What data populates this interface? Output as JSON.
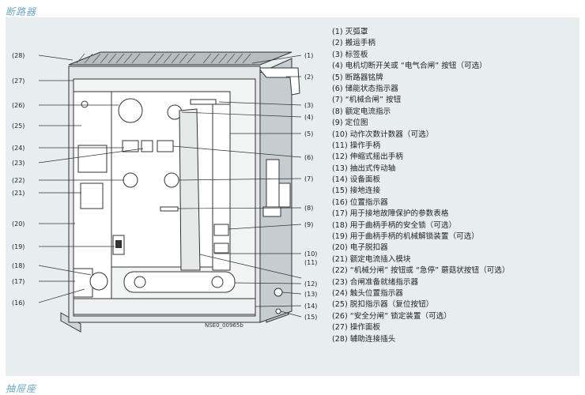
{
  "section_title": "断路器",
  "next_section_title": "抽屉座",
  "figure_code": "NSE0_00965b",
  "callouts_left": [
    "(28)",
    "(27)",
    "(26)",
    "(25)",
    "(24)",
    "(23)",
    "(22)",
    "(21)",
    "(20)",
    "(19)",
    "(18)",
    "(17)",
    "(16)"
  ],
  "callouts_right": [
    "(1)",
    "(2)",
    "(3)",
    "(4)",
    "(5)",
    "(6)",
    "(7)",
    "(8)",
    "(9)",
    "(10)",
    "(11)",
    "(12)",
    "(13)",
    "(14)",
    "(15)"
  ],
  "legend": [
    "(1) 灭弧罩",
    "(2) 搬运手柄",
    "(3) 标签板",
    "(4) 电机切断开关或 “电气合闸” 按钮（可选）",
    "(5) 断路器铭牌",
    "(6) 储能状态指示器",
    "(7) “机械合闸” 按钮",
    "(8) 额定电流指示",
    "(9) 定位图",
    "(10) 动作次数计数器（可选）",
    "(11) 操作手柄",
    "(12) 伸缩式摇出手柄",
    "(13) 抽出式传动轴",
    "(14) 设备面板",
    "(15) 接地连接",
    "(16) 位置指示器",
    "(17) 用于接地故障保护的参数表格",
    "(18) 用于曲柄手柄的安全锁（可选）",
    "(19) 用于曲柄手柄的机械解锁装置（可选）",
    "(20) 电子脱扣器",
    "(21) 额定电流插入模块",
    "(22) “机械分闸” 按钮或 “急停” 蘑菇状按钮（可选）",
    "(23) 合闸准备就绪指示器",
    "(24) 触头位置指示器",
    "(25) 脱扣指示器（复位按钮）",
    "(26) “安全分闸” 锁定装置（可选）",
    "(27) 操作面板",
    "(28) 辅助连接插头"
  ]
}
